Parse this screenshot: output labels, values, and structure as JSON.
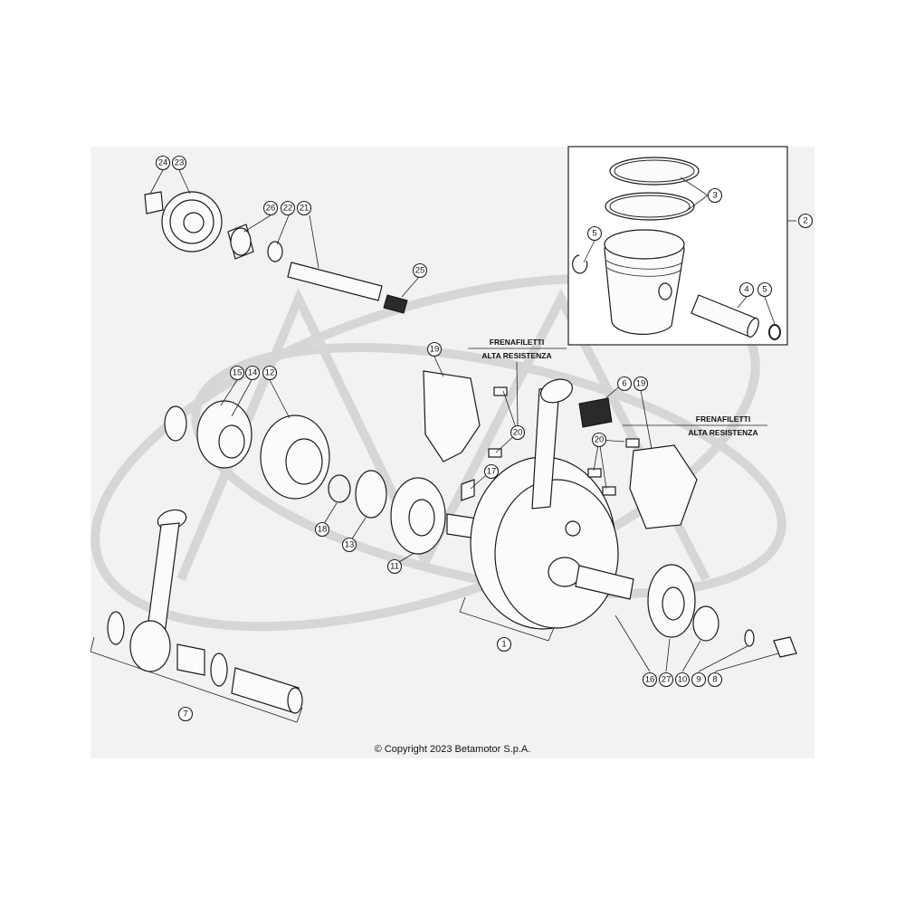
{
  "callouts": [
    {
      "n": "1"
    },
    {
      "n": "2"
    },
    {
      "n": "3"
    },
    {
      "n": "4"
    },
    {
      "n": "5"
    },
    {
      "n": "5"
    },
    {
      "n": "6"
    },
    {
      "n": "7"
    },
    {
      "n": "8"
    },
    {
      "n": "9"
    },
    {
      "n": "10"
    },
    {
      "n": "11"
    },
    {
      "n": "12"
    },
    {
      "n": "13"
    },
    {
      "n": "14"
    },
    {
      "n": "15"
    },
    {
      "n": "16"
    },
    {
      "n": "17"
    },
    {
      "n": "18"
    },
    {
      "n": "19"
    },
    {
      "n": "19"
    },
    {
      "n": "20"
    },
    {
      "n": "20"
    },
    {
      "n": "21"
    },
    {
      "n": "22"
    },
    {
      "n": "23"
    },
    {
      "n": "24"
    },
    {
      "n": "25"
    },
    {
      "n": "26"
    },
    {
      "n": "27"
    }
  ],
  "notes": {
    "left_line1": "FRENAFILETTI",
    "left_line2": "ALTA RESISTENZA",
    "right_line1": "FRENAFILETTI",
    "right_line2": "ALTA RESISTENZA"
  },
  "copyright": "© Copyright 2023 Betamotor S.p.A."
}
